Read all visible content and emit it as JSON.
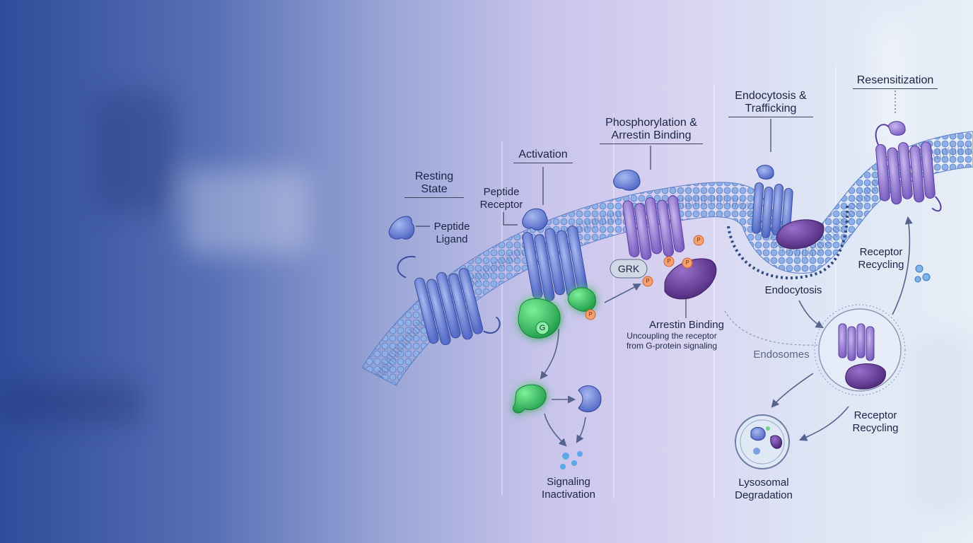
{
  "stages": {
    "resting": [
      "Resting",
      "State"
    ],
    "activation": "Activation",
    "phosphorylation": [
      "Phosphorylation &",
      "Arrestin Binding"
    ],
    "endocytosis": [
      "Endocytosis &",
      "Trafficking"
    ],
    "resensitization": "Resensitization"
  },
  "labels": {
    "peptide_ligand": [
      "Peptide",
      "Ligand"
    ],
    "peptide_receptor": [
      "Peptide",
      "Receptor"
    ],
    "grk": "GRK",
    "arrestin_binding": "Arrestin Binding",
    "arrestin_note": [
      "Uncoupling the receptor",
      "from G-protein signaling"
    ],
    "signaling_inactivation": [
      "Signaling",
      "Inactivation"
    ],
    "endocytosis": "Endocytosis",
    "endosomes": "Endosomes",
    "receptor_recycling_top": [
      "Receptor",
      "Recycling"
    ],
    "receptor_recycling_bottom": [
      "Receptor",
      "Recycling"
    ],
    "lysosomal_degradation": [
      "Lysosomal",
      "Degradation"
    ],
    "g_protein_letter": "G",
    "phospho_letter": "P"
  },
  "colors": {
    "receptor": "#6f86d8",
    "arrestin": "#6a3e9a",
    "g_protein": "#3fd46a",
    "phosphate": "#f0884a",
    "membrane": "#6c8cd0"
  }
}
